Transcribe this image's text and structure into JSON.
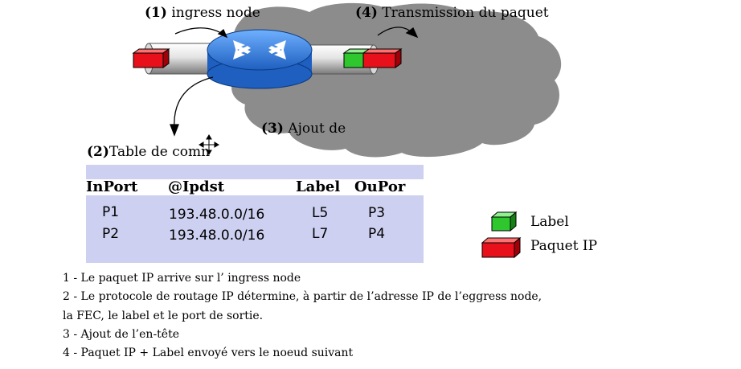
{
  "labels": {
    "ingress_node_num": "(1)",
    "ingress_node_text": " ingress node",
    "transmission_num": "(4)",
    "transmission_text": " Transmission du paquet",
    "ajout_num": "(3)",
    "ajout_text": " Ajout de",
    "table_num": "(2)",
    "table_text": "Table de comn"
  },
  "table": {
    "headers": [
      "InPort",
      "@Ipdst",
      "Label",
      "OuPor"
    ],
    "rows": [
      [
        "P1",
        "193.48.0.0/16",
        "L5",
        "P3"
      ],
      [
        "P2",
        "193.48.0.0/16",
        "L7",
        "P4"
      ]
    ]
  },
  "legend": {
    "label_text": "Label",
    "paquet_text": "Paquet IP"
  },
  "steps": [
    "1 - Le paquet IP arrive sur l’ ingress node",
    "2 - Le protocole de routage IP détermine, à partir de l’adresse IP de l’eggress node,",
    "la FEC, le label et le port de sortie.",
    "3 - Ajout de l’en-tête",
    "4 - Paquet IP + Label envoyé vers le noeud suivant"
  ],
  "colors": {
    "cloud": "#8c8c8c",
    "router": "#3a86e8",
    "packet": "#e8101a",
    "label": "#2ec82e",
    "table": "#cdd0f0"
  }
}
